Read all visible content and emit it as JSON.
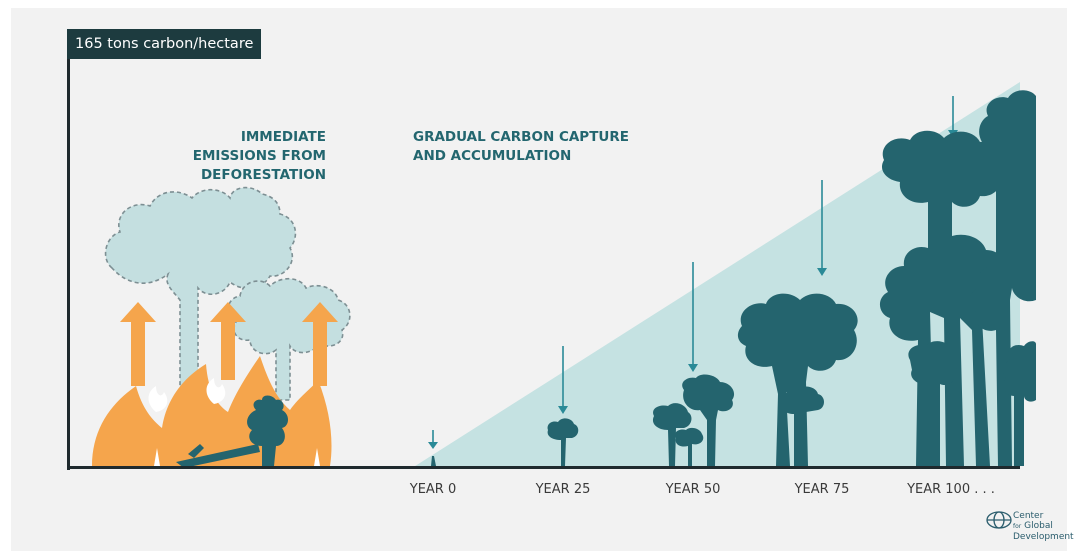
{
  "ylabel": "165 tons carbon/hectare",
  "headline_left": [
    "IMMEDIATE",
    "EMISSIONS FROM",
    "DEFORESTATION"
  ],
  "headline_right": [
    "GRADUAL CARBON CAPTURE",
    "AND ACCUMULATION"
  ],
  "ticks": [
    "YEAR 0",
    "YEAR 25",
    "YEAR 50",
    "YEAR 75",
    "YEAR 100 . . ."
  ],
  "logo": [
    "Center",
    "Global",
    "Development"
  ],
  "logo_small": "for",
  "colors": {
    "background": "#f2f2f2",
    "label_box": "#1d3b3f",
    "accumulation_area": "#c5e2e2",
    "tree": "#24646e",
    "fire": "#f5a54c",
    "smoke": "#c4dfe0",
    "headline": "#23666f",
    "axis": "#1f2a2e"
  },
  "icons": [
    "arrow-up-icon",
    "fire-icon",
    "smoke-cloud-icon",
    "tree-icon",
    "down-arrow-marker-icon",
    "globe-logo-icon"
  ]
}
